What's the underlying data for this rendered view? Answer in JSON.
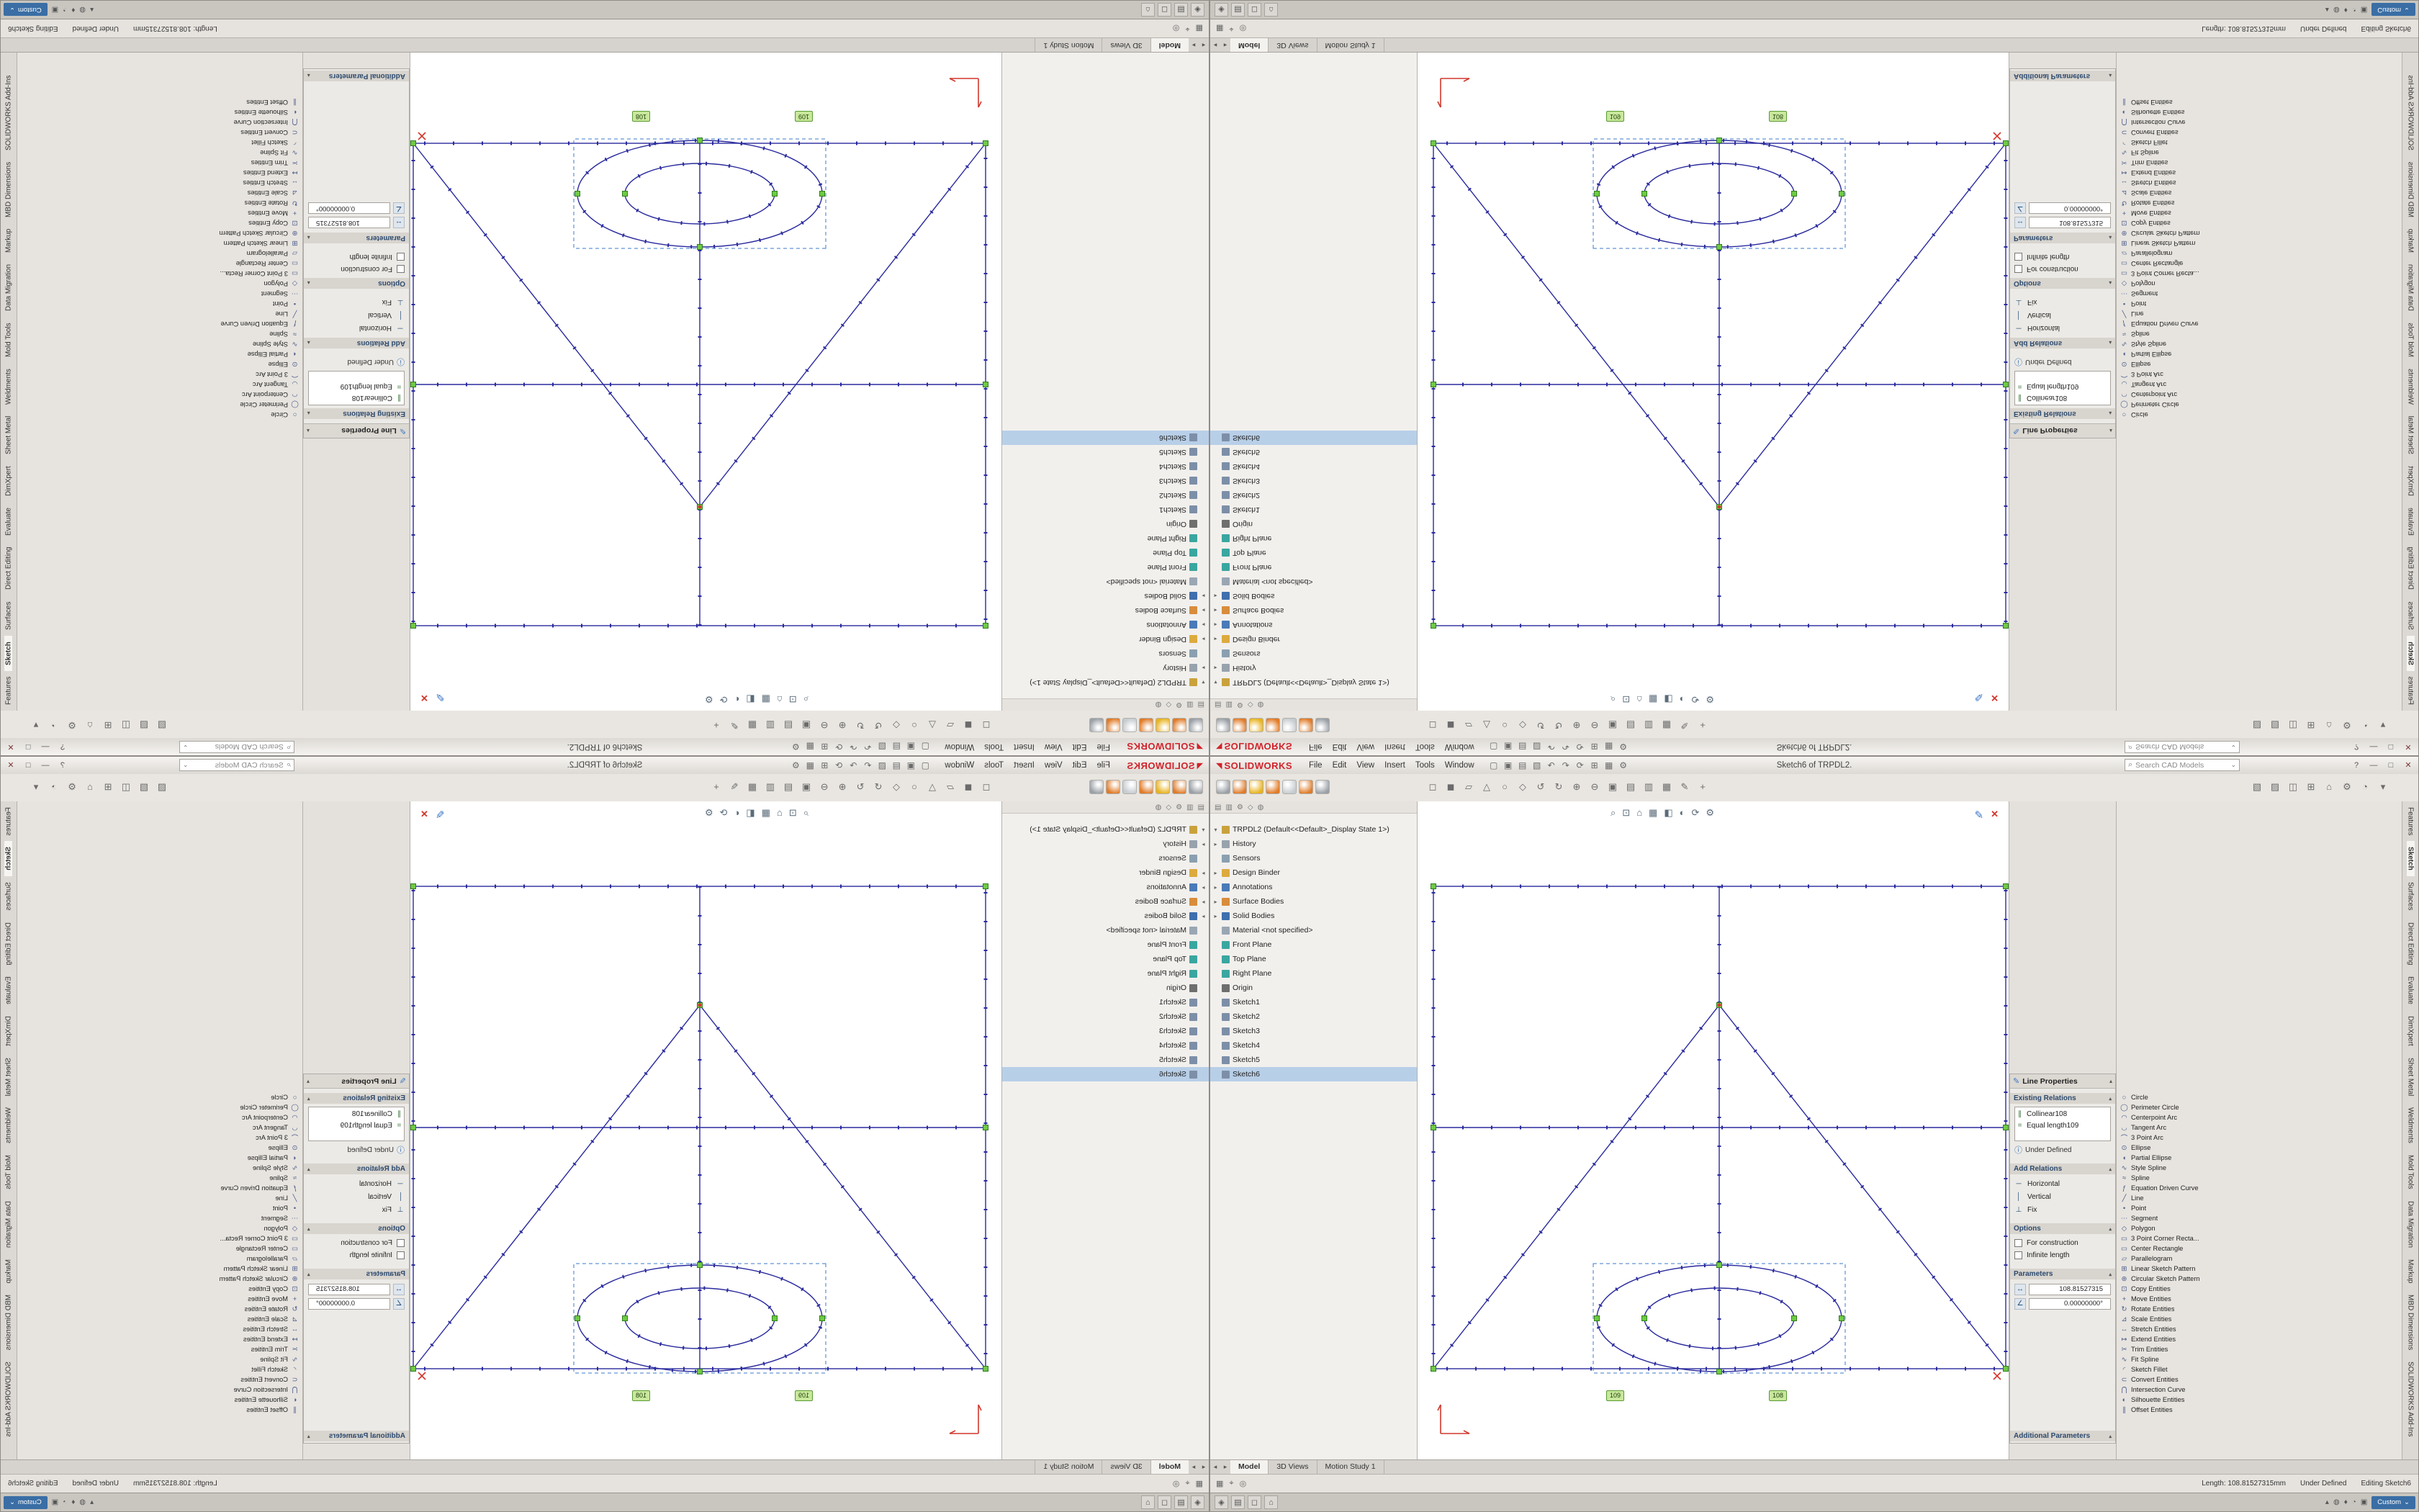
{
  "colors": {
    "brand_red": "#d1232a",
    "sketch_blue": "#2a2a9e",
    "handle_green": "#58c438",
    "tag_green_bg": "#c8e89a",
    "accent_blue": "#3a6ea5"
  },
  "icons": {
    "logo": "◥",
    "search": "⌕",
    "dropdown": "⌄",
    "help": "?",
    "minimize": "—",
    "maximize": "□",
    "close": "✕",
    "collapse": "▴",
    "info": "ⓘ",
    "pencil": "✎",
    "tab_prev": "◂",
    "tab_next": "▸"
  },
  "window": {
    "brand": "SOLIDWORKS",
    "title": "Sketch6 of TRPDL2.",
    "menu": [
      "File",
      "Edit",
      "View",
      "Insert",
      "Tools",
      "Window"
    ],
    "menubar_icons": [
      "▢",
      "▣",
      "▤",
      "▧",
      "↶",
      "↷",
      "⟳",
      "⊞",
      "▦",
      "⚙"
    ],
    "search_placeholder": "Search CAD Models"
  },
  "toolbar": {
    "spheres": [
      {
        "icon": "sphere-gray"
      },
      {
        "icon": "sphere-orange"
      },
      {
        "icon": "sphere-yellow"
      },
      {
        "icon": "sphere-orange"
      },
      {
        "icon": "sphere-silver"
      },
      {
        "icon": "sphere-orange"
      },
      {
        "icon": "sphere-gray"
      }
    ],
    "icons": [
      "◻",
      "◼",
      "▱",
      "△",
      "○",
      "◇",
      "↺",
      "↻",
      "⊕",
      "⊖",
      "▣",
      "▤",
      "▥",
      "▦",
      "✎",
      "+"
    ],
    "right_icons": [
      "▧",
      "▨",
      "◫",
      "⊞",
      "⌂",
      "⚙",
      "◔",
      "▾"
    ]
  },
  "headsup": {
    "icons": [
      "⌕",
      "⊡",
      "⌂",
      "▦",
      "◧",
      "◐",
      "⟳",
      "⚙"
    ]
  },
  "feature_tree": {
    "tabs": [
      "▤",
      "▥",
      "⚙",
      "◇",
      "◍"
    ],
    "items": [
      {
        "exp": "▾",
        "icon": "part-icon",
        "label": "TRPDL2 (Default<<Default>_Display State 1>)"
      },
      {
        "exp": "▸",
        "icon": "history-icon",
        "label": "History"
      },
      {
        "exp": "",
        "icon": "sensors-icon",
        "label": "Sensors"
      },
      {
        "exp": "▸",
        "icon": "folder-icon",
        "label": "Design Binder"
      },
      {
        "exp": "▸",
        "icon": "annotations-icon",
        "label": "Annotations"
      },
      {
        "exp": "▸",
        "icon": "surface-bodies-icon",
        "label": "Surface Bodies"
      },
      {
        "exp": "▸",
        "icon": "solid-bodies-icon",
        "label": "Solid Bodies"
      },
      {
        "exp": "",
        "icon": "material-icon",
        "label": "Material <not specified>"
      },
      {
        "exp": "",
        "icon": "plane-icon",
        "label": "Front Plane"
      },
      {
        "exp": "",
        "icon": "plane-icon",
        "label": "Top Plane"
      },
      {
        "exp": "",
        "icon": "plane-icon",
        "label": "Right Plane"
      },
      {
        "exp": "",
        "icon": "origin-icon",
        "label": "Origin"
      },
      {
        "exp": "",
        "icon": "sketch-icon",
        "label": "Sketch1"
      },
      {
        "exp": "",
        "icon": "sketch-icon",
        "label": "Sketch2"
      },
      {
        "exp": "",
        "icon": "sketch-icon",
        "label": "Sketch3"
      },
      {
        "exp": "",
        "icon": "sketch-icon",
        "label": "Sketch4"
      },
      {
        "exp": "",
        "icon": "sketch-icon",
        "label": "Sketch5"
      },
      {
        "exp": "",
        "icon": "sketch-icon",
        "label": "Sketch6",
        "active": true
      }
    ]
  },
  "graphics": {
    "tag_equal": "109",
    "tag_collinear": "108"
  },
  "pm": {
    "title": "Line Properties",
    "existing_relations": {
      "header": "Existing Relations",
      "items": [
        {
          "glyph": "∥",
          "label": "Collinear108"
        },
        {
          "glyph": "=",
          "label": "Equal length109"
        }
      ]
    },
    "status": "Under Defined",
    "add_relations": {
      "header": "Add Relations",
      "items": [
        {
          "glyph": "─",
          "label": "Horizontal"
        },
        {
          "glyph": "│",
          "label": "Vertical"
        },
        {
          "glyph": "⊥",
          "label": "Fix"
        }
      ]
    },
    "options": {
      "header": "Options",
      "checkboxes": [
        {
          "label": "For construction"
        },
        {
          "label": "Infinite length"
        }
      ]
    },
    "parameters": {
      "header": "Parameters",
      "fields": [
        {
          "glyph": "↔",
          "value": "108.81527315"
        },
        {
          "glyph": "∠",
          "value": "0.00000000°"
        }
      ]
    },
    "additional_header": "Additional Parameters"
  },
  "sketch_tools": [
    {
      "glyph": "○",
      "label": "Circle"
    },
    {
      "glyph": "◯",
      "label": "Perimeter Circle"
    },
    {
      "glyph": "◠",
      "label": "Centerpoint Arc"
    },
    {
      "glyph": "◡",
      "label": "Tangent Arc"
    },
    {
      "glyph": "⌒",
      "label": "3 Point Arc"
    },
    {
      "glyph": "⊙",
      "label": "Ellipse"
    },
    {
      "glyph": "◖",
      "label": "Partial Ellipse"
    },
    {
      "glyph": "∿",
      "label": "Style Spline"
    },
    {
      "glyph": "≈",
      "label": "Spline"
    },
    {
      "glyph": "ƒ",
      "label": "Equation Driven Curve"
    },
    {
      "glyph": "╱",
      "label": "Line"
    },
    {
      "glyph": "•",
      "label": "Point"
    },
    {
      "glyph": "⋯",
      "label": "Segment"
    },
    {
      "glyph": "◇",
      "label": "Polygon"
    },
    {
      "glyph": "▭",
      "label": "3 Point Corner Recta..."
    },
    {
      "glyph": "▭",
      "label": "Center Rectangle"
    },
    {
      "glyph": "▱",
      "label": "Parallelogram"
    },
    {
      "glyph": "⊞",
      "label": "Linear Sketch Pattern"
    },
    {
      "glyph": "⊛",
      "label": "Circular Sketch Pattern"
    },
    {
      "glyph": "⊡",
      "label": "Copy Entities"
    },
    {
      "glyph": "+",
      "label": "Move Entities"
    },
    {
      "glyph": "↻",
      "label": "Rotate Entities"
    },
    {
      "glyph": "⊿",
      "label": "Scale Entities"
    },
    {
      "glyph": "↔",
      "label": "Stretch Entities"
    },
    {
      "glyph": "↦",
      "label": "Extend Entities"
    },
    {
      "glyph": "✂",
      "label": "Trim Entities"
    },
    {
      "glyph": "∿",
      "label": "Fit Spline"
    },
    {
      "glyph": "◜",
      "label": "Sketch Fillet"
    },
    {
      "glyph": "⊂",
      "label": "Convert Entities"
    },
    {
      "glyph": "⋂",
      "label": "Intersection Curve"
    },
    {
      "glyph": "◐",
      "label": "Silhouette Entities"
    },
    {
      "glyph": "∥",
      "label": "Offset Entities"
    }
  ],
  "cm_tabs": [
    {
      "label": "Features"
    },
    {
      "label": "Sketch",
      "active": true
    },
    {
      "label": "Surfaces"
    },
    {
      "label": "Direct Editing"
    },
    {
      "label": "Evaluate"
    },
    {
      "label": "DimXpert"
    },
    {
      "label": "Sheet Metal"
    },
    {
      "label": "Weldments"
    },
    {
      "label": "Mold Tools"
    },
    {
      "label": "Data Migration"
    },
    {
      "label": "Markup"
    },
    {
      "label": "MBD Dimensions"
    },
    {
      "label": "SOLIDWORKS Add-Ins"
    }
  ],
  "doc_tabs": [
    {
      "label": "Model",
      "active": true
    },
    {
      "label": "3D Views"
    },
    {
      "label": "Motion Study 1"
    }
  ],
  "status": {
    "icons": [
      "▦",
      "⌖",
      "◎"
    ],
    "length": "Length: 108.81527315mm",
    "state": "Under Defined",
    "mode": "Editing Sketch6",
    "units": "Custom"
  },
  "taskbar": {
    "left": [
      "◈",
      "▤",
      "◻",
      "⌂"
    ],
    "tray": [
      "▴",
      "◍",
      "♦",
      "◔",
      "▣"
    ]
  }
}
